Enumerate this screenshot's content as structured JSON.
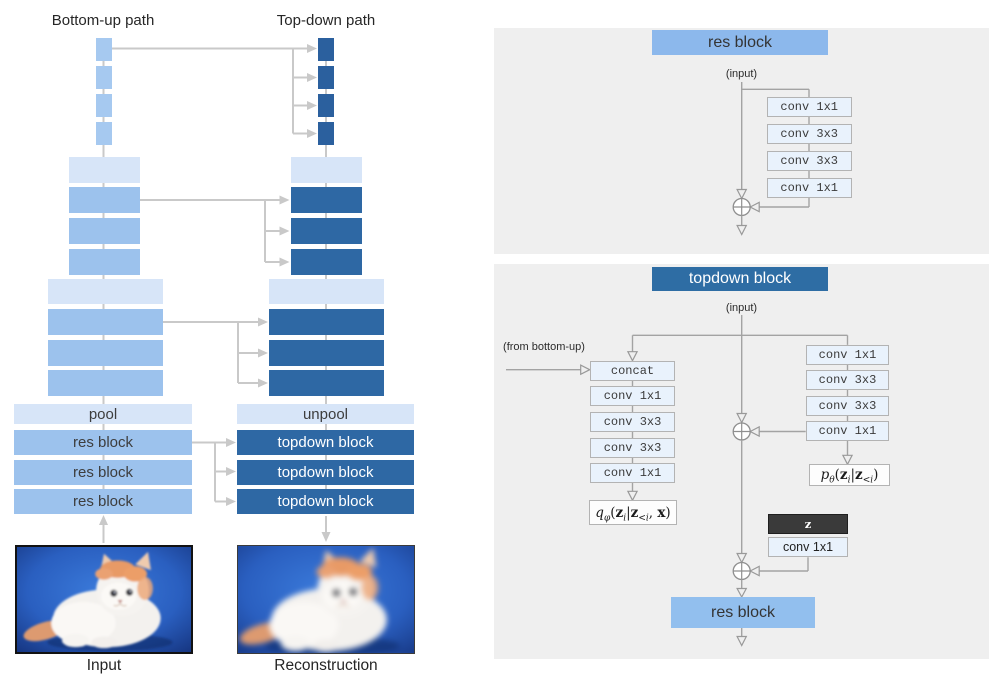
{
  "colors": {
    "light_blue_block": "#d7e5f8",
    "medium_blue_block": "#9cc2ed",
    "small_light_block": "#a6c9f0",
    "dark_blue_block": "#2e68a4",
    "panel_title_blue": "#8cb8ec",
    "panel_res_block_blue": "#92bfee",
    "panel_background": "#efefef",
    "conv_box_fill": "#e9f2fc",
    "z_box_fill": "#3a3a3a",
    "left_arrow_gray": "#c9c9c9",
    "panel_line_gray": "#a3a3a3"
  },
  "left_diagram": {
    "bottom_up_title": "Bottom-up path",
    "top_down_title": "Top-down path",
    "pool_label": "pool",
    "unpool_label": "unpool",
    "res_block_labels": [
      "res block",
      "res block",
      "res block"
    ],
    "topdown_block_labels": [
      "topdown block",
      "topdown block",
      "topdown block"
    ],
    "input_caption": "Input",
    "reconstruction_caption": "Reconstruction"
  },
  "res_block_panel": {
    "title": "res block",
    "input_label": "(input)",
    "conv_layers": [
      "conv 1x1",
      "conv 3x3",
      "conv 3x3",
      "conv 1x1"
    ]
  },
  "topdown_panel": {
    "title": "topdown block",
    "input_label": "(input)",
    "from_bottom_up_label": "(from bottom-up)",
    "left_column": [
      "concat",
      "conv 1x1",
      "conv 3x3",
      "conv 3x3",
      "conv 1x1"
    ],
    "right_column": [
      "conv 1x1",
      "conv 3x3",
      "conv 3x3",
      "conv 1x1"
    ],
    "posterior_label": {
      "fn": "q",
      "fn_sub": "φ",
      "open": "(",
      "z1": "z",
      "z1_sub": "i",
      "pipe": "|",
      "z2": "z",
      "z2_sub": "<i",
      "comma": ", ",
      "x": "x",
      "close": ")"
    },
    "prior_label": {
      "fn": "p",
      "fn_sub": "θ",
      "open": "(",
      "z1": "z",
      "z1_sub": "i",
      "pipe": "|",
      "z2": "z",
      "z2_sub": "<i",
      "close": ")"
    },
    "z_label": "z",
    "z_conv_label": "conv 1x1",
    "res_block_label": "res block"
  }
}
